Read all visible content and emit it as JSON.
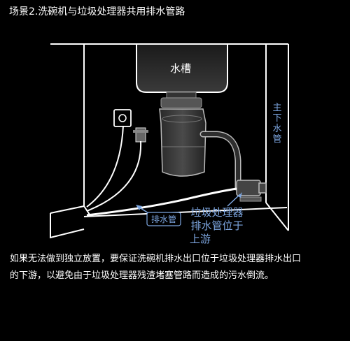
{
  "header": {
    "title": "场景2.洗碗机与垃圾处理器共用排水管路"
  },
  "diagram": {
    "sink_label": "水槽",
    "main_drain_label": [
      "主",
      "下",
      "水",
      "管"
    ],
    "drain_hose_label": "排水管",
    "disposer_drain_label": [
      "垃圾处理器",
      "排水管位于",
      "上游"
    ],
    "colors": {
      "background": "#000000",
      "outline": "#ffffff",
      "accent_blue": "#7da6e0",
      "hose": "#ffffff",
      "pipe_gray": "#9a9a9a"
    }
  },
  "caption": {
    "line1": "如果无法做到独立放置，要保证洗碗机排水出口位于垃圾处理器排水出口",
    "line2": "的下游，以避免由于垃圾处理器残渣堵塞管路而造成的污水倒流。"
  }
}
